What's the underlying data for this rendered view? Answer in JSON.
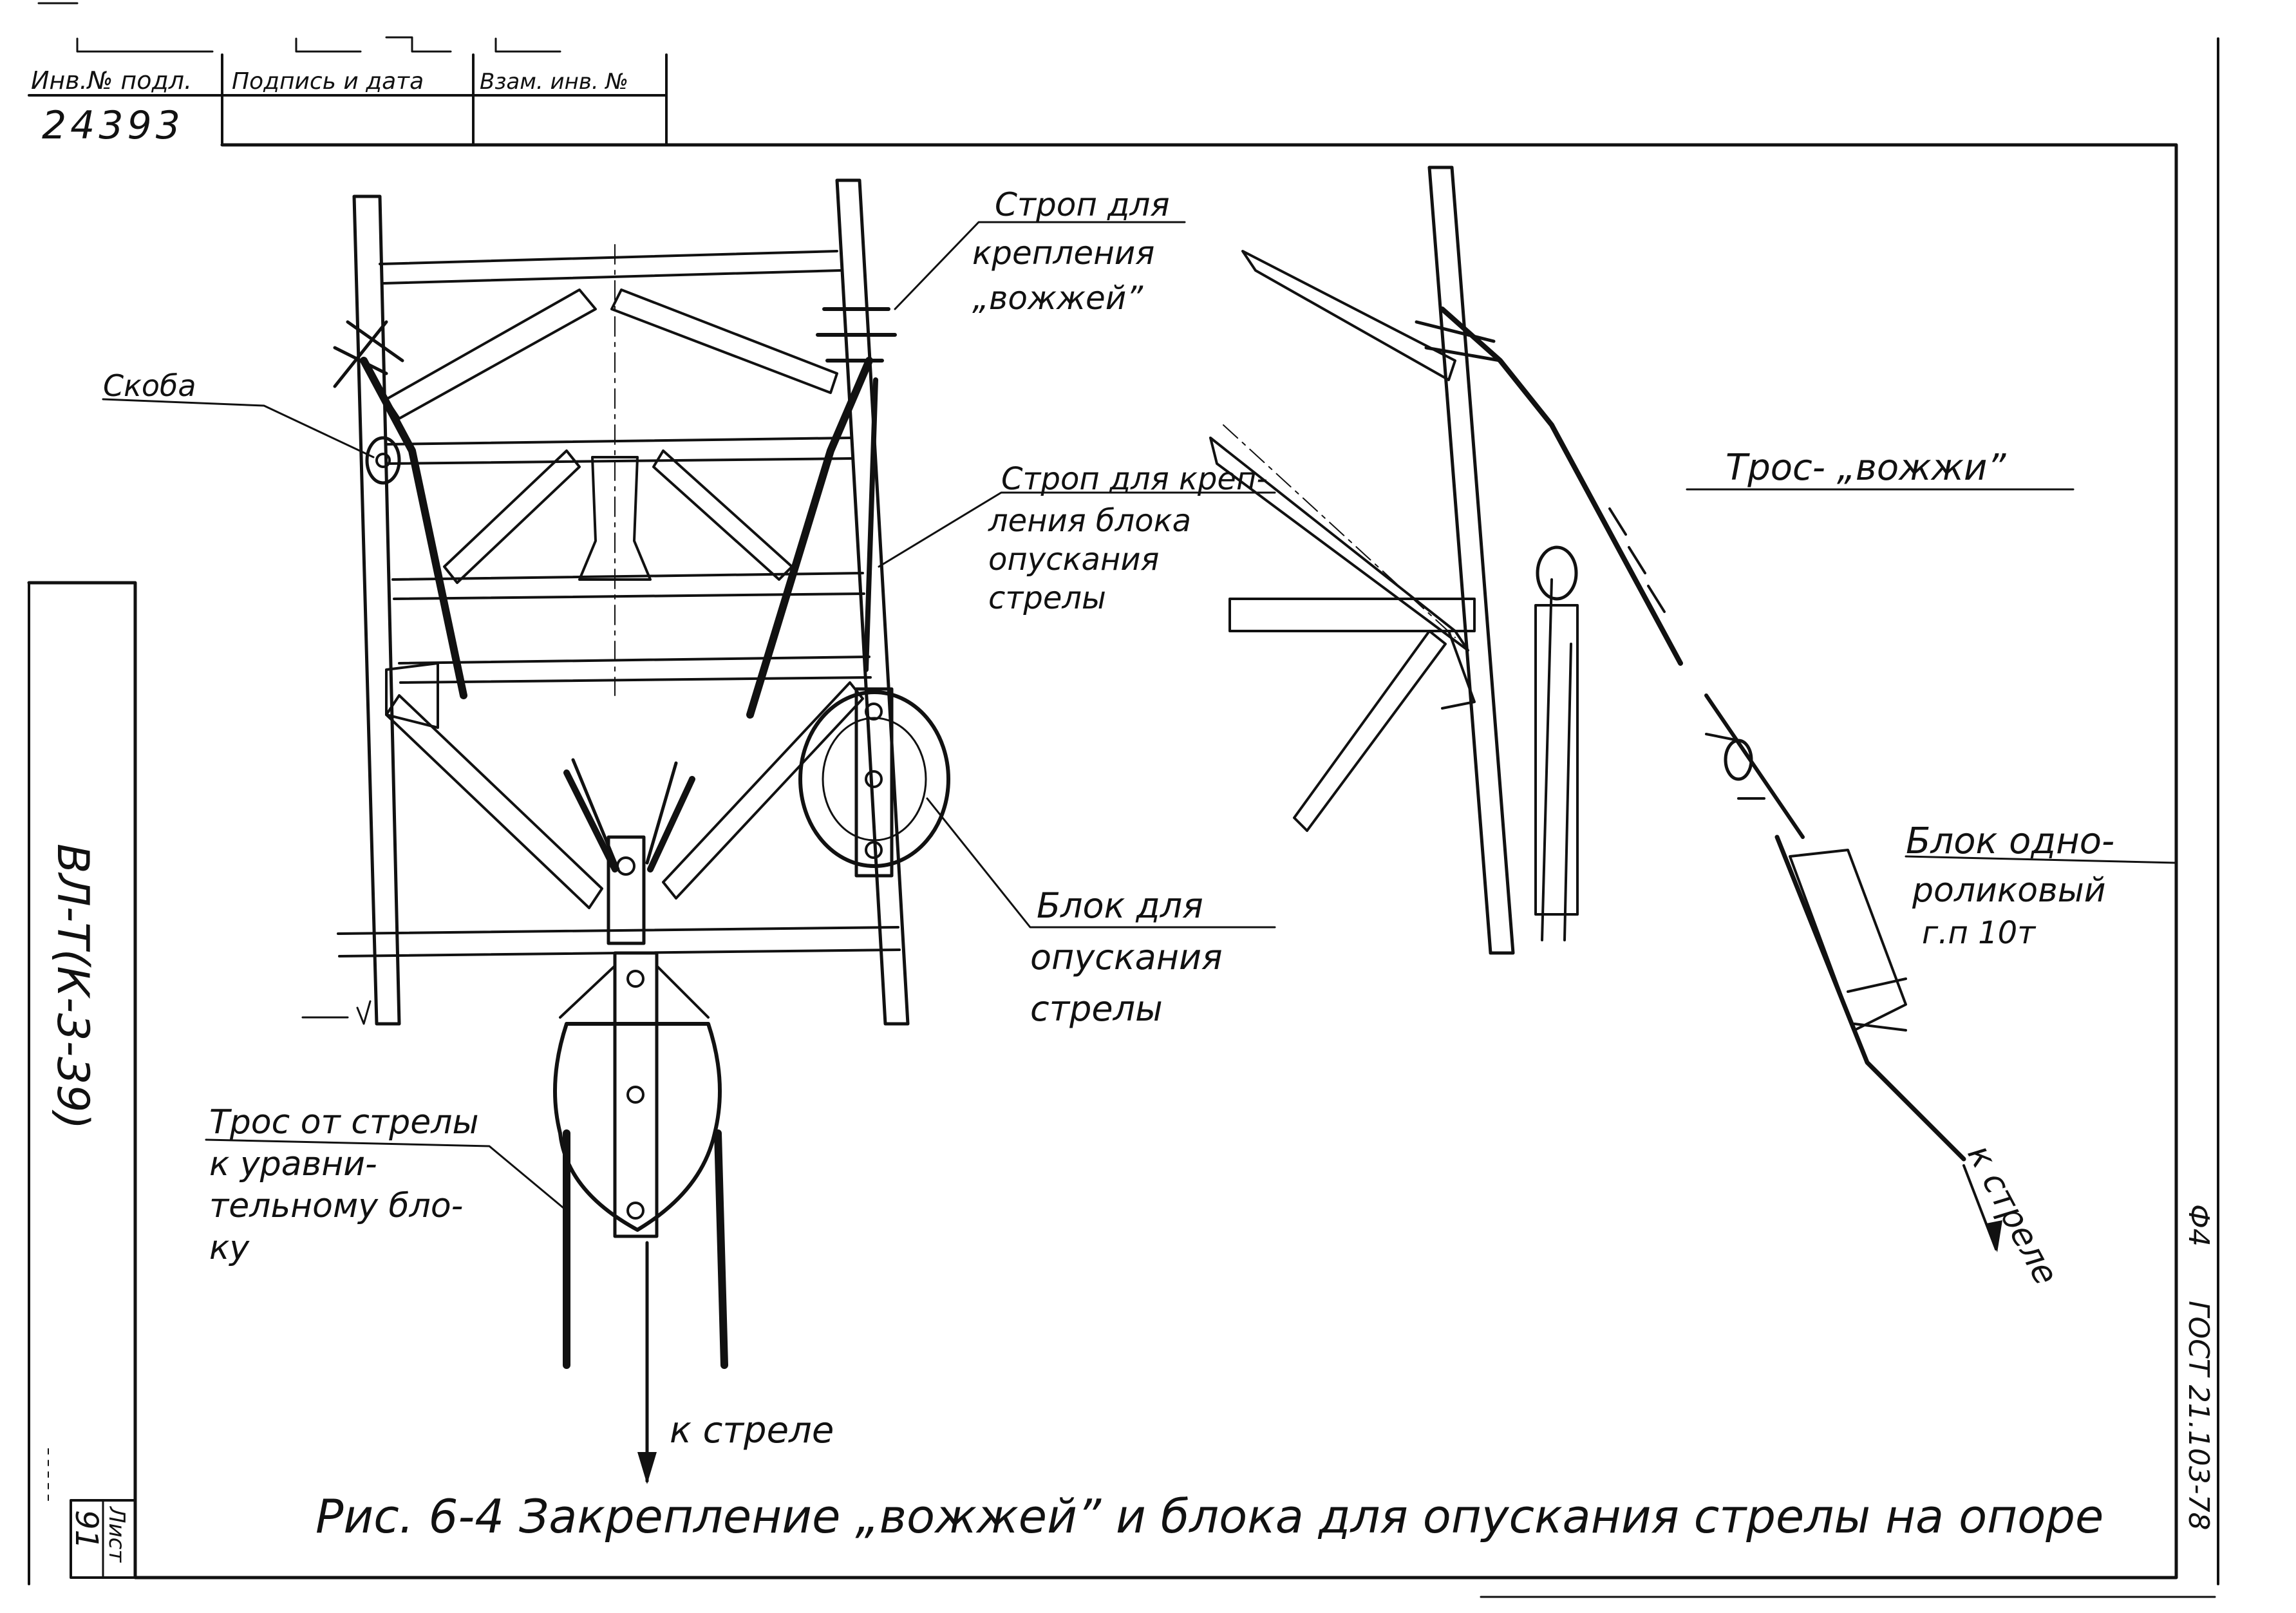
{
  "stamp": {
    "col1_header": "Инв.№ подл.",
    "col2_header": "Подпись и дата",
    "col3_header": "Взам. инв. №",
    "inv_number": "24393"
  },
  "side": {
    "drawing_code": "ВЛ-Т(К-3-39)",
    "sheet_label": "Лист",
    "sheet_number": "91",
    "standard_code": "ГОСТ 21.103-78",
    "format": "Ф4"
  },
  "labels": {
    "skoba": "Скоба",
    "strop_vozhzhi_l1": "Строп для",
    "strop_vozhzhi_l2": "крепления",
    "strop_vozhzhi_l3": "„вожжей”",
    "strop_block_l1": "Строп для креп-",
    "strop_block_l2": "ления блока",
    "strop_block_l3": "опускания",
    "strop_block_l4": "стрелы",
    "block_lower_l1": "Блок для",
    "block_lower_l2": "опускания",
    "block_lower_l3": "стрелы",
    "tros_boom_l1": "Трос от стрелы",
    "tros_boom_l2": "к уравни-",
    "tros_boom_l3": "тельному бло-",
    "tros_boom_l4": "ку",
    "to_boom_left": "к стреле",
    "tros_vozhzhi": "Трос- „вожжи”",
    "single_block_l1": "Блок одно-",
    "single_block_l2": "роликовый",
    "single_block_l3": "г.п 10т",
    "to_boom_right": "к стреле"
  },
  "caption": "Рис. 6-4 Закрепление „вожжей” и блока для опускания стрелы на опоре"
}
